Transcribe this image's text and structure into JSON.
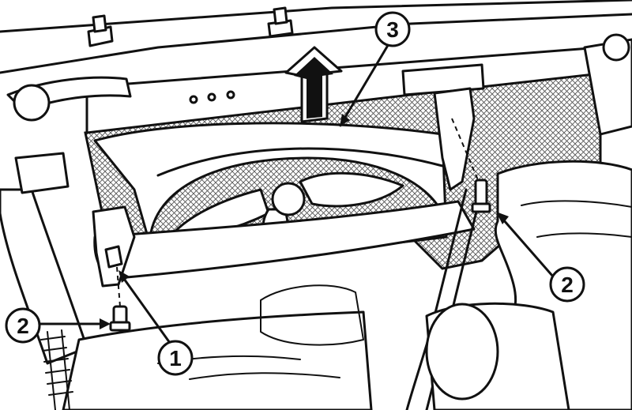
{
  "callouts": [
    {
      "id": "fan-shroud",
      "label": "3"
    },
    {
      "id": "bolt-right",
      "label": "2"
    },
    {
      "id": "bolt-left",
      "label": "2"
    },
    {
      "id": "lower-fixing",
      "label": "1"
    }
  ],
  "icons": {
    "lift_arrow": "up-arrow-icon"
  },
  "colors": {
    "ink": "#111111",
    "paper": "#ffffff",
    "mesh": "#555555"
  }
}
